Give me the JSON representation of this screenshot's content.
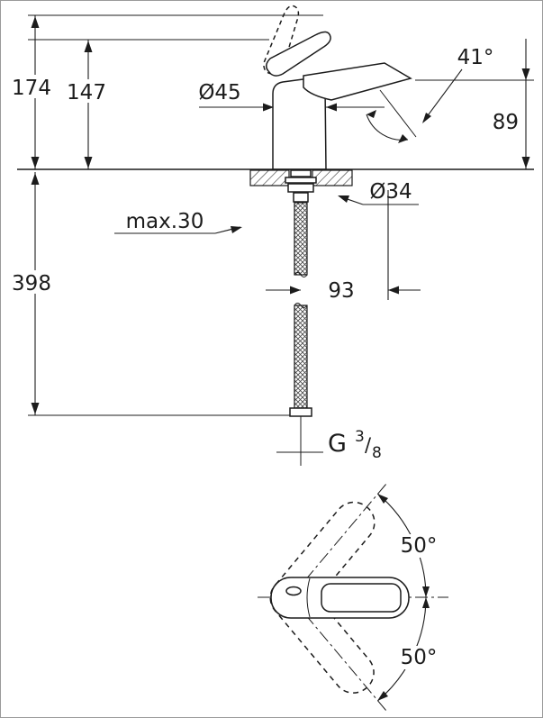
{
  "colors": {
    "line": "#1c1c1c",
    "background": "#ffffff",
    "border": "#9a9a9a"
  },
  "side_view": {
    "total_height_mm": "174",
    "height_to_lever_mm": "147",
    "body_diameter": "Ø45",
    "lever_angle": "41°",
    "spout_height_mm": "89",
    "mounting_hole_diameter": "Ø34",
    "max_counter_thickness": "max.30",
    "hose_length_mm": "398",
    "spout_projection_mm": "93",
    "thread": {
      "letter": "G",
      "numerator": "3",
      "slash": "/",
      "denominator": "8"
    }
  },
  "top_view": {
    "handle_swivel_up": "50°",
    "handle_swivel_down": "50°"
  }
}
